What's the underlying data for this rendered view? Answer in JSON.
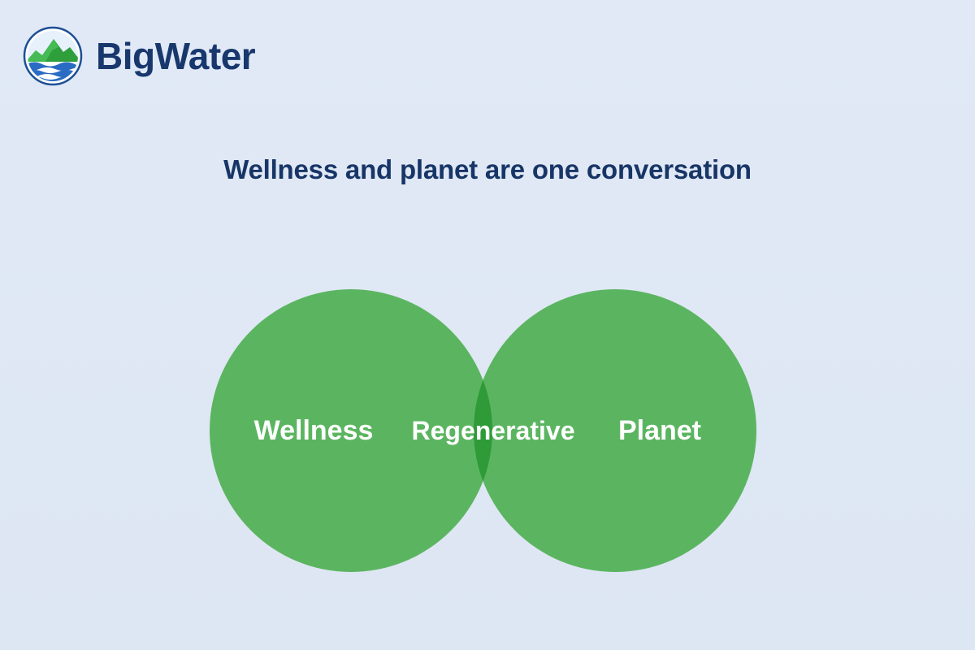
{
  "brand": {
    "name": "BigWater",
    "logo_icon": "mountain-water-icon"
  },
  "headline": "Wellness and planet are one conversation",
  "venn": {
    "left_label": "Wellness",
    "right_label": "Planet",
    "overlap_label": "Regenerative"
  },
  "colors": {
    "background": "#dfe8f5",
    "brand_text": "#17376d",
    "circle_fill": "#4caf50",
    "overlap_fill": "#2e9b38",
    "label_text": "#ffffff"
  }
}
